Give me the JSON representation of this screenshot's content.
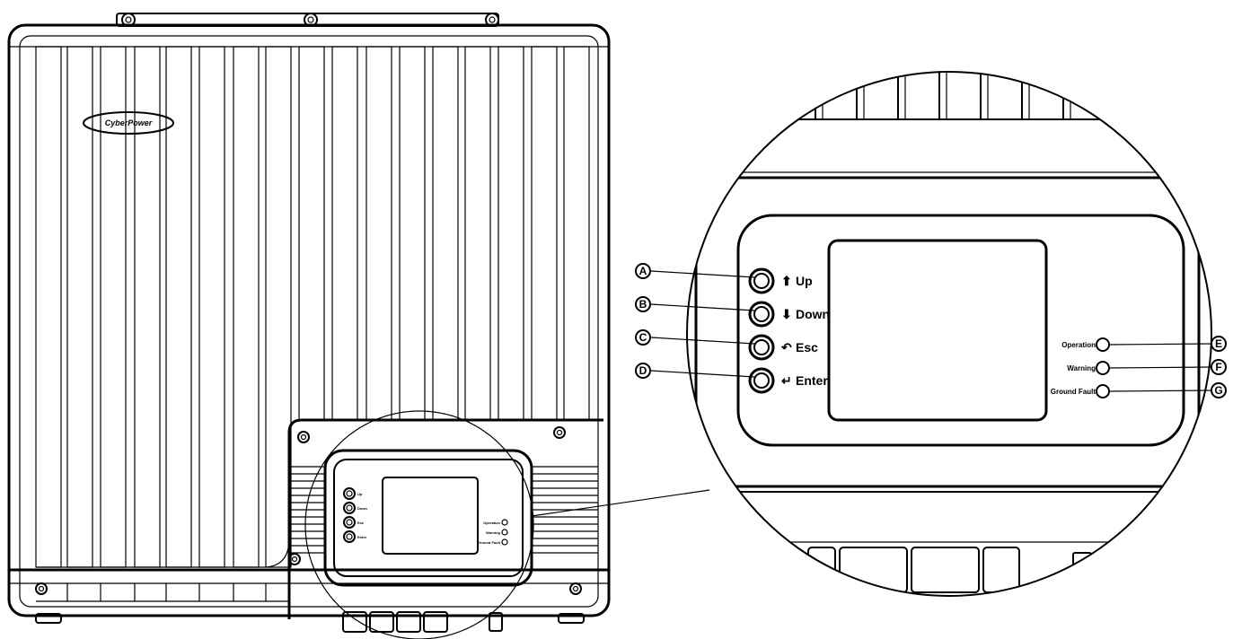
{
  "device": {
    "brand_logo": "CyberPower"
  },
  "buttons": [
    {
      "id": "up",
      "callout": "A",
      "label": "Up",
      "icon": "arrow-up-icon"
    },
    {
      "id": "down",
      "callout": "B",
      "label": "Down",
      "icon": "arrow-down-icon"
    },
    {
      "id": "esc",
      "callout": "C",
      "label": "Esc",
      "icon": "return-arrow-icon"
    },
    {
      "id": "enter",
      "callout": "D",
      "label": "Enter",
      "icon": "enter-icon"
    }
  ],
  "indicators": [
    {
      "id": "operation",
      "callout": "E",
      "label": "Operation"
    },
    {
      "id": "warning",
      "callout": "F",
      "label": "Warning"
    },
    {
      "id": "ground-fault",
      "callout": "G",
      "label": "Ground Fault"
    }
  ],
  "colors": {
    "line": "#000000",
    "background": "#ffffff"
  }
}
